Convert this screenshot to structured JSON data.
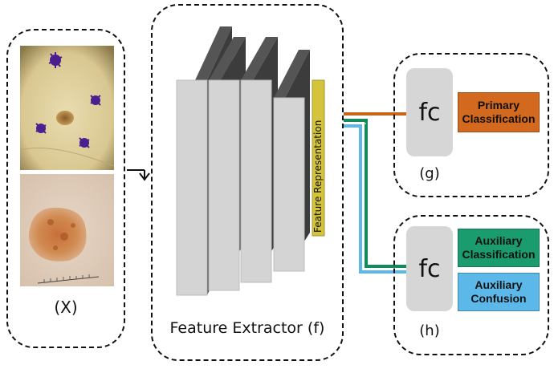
{
  "input": {
    "label": "(X)",
    "images": [
      {
        "icon": "dermoscopy-lesion-with-ink-marks-image"
      },
      {
        "icon": "dermoscopy-lesion-with-ruler-image"
      }
    ]
  },
  "extractor": {
    "label": "Feature Extractor (f)",
    "feature_label": "Feature Representation",
    "feature_color": "#d4c43c"
  },
  "head_g": {
    "fc_label": "fc",
    "label": "(g)",
    "outputs": [
      {
        "line1": "Primary",
        "line2": "Classification",
        "color": "#d2691e"
      }
    ]
  },
  "head_h": {
    "fc_label": "fc",
    "label": "(h)",
    "outputs": [
      {
        "line1": "Auxiliary",
        "line2": "Classification",
        "color": "#1a9c6e"
      },
      {
        "line1": "Auxiliary",
        "line2": "Confusion",
        "color": "#5bb8e8"
      }
    ]
  },
  "connector_colors": {
    "primary": "#c8641a",
    "aux_class": "#148a5a",
    "aux_conf": "#5bb8e8"
  }
}
